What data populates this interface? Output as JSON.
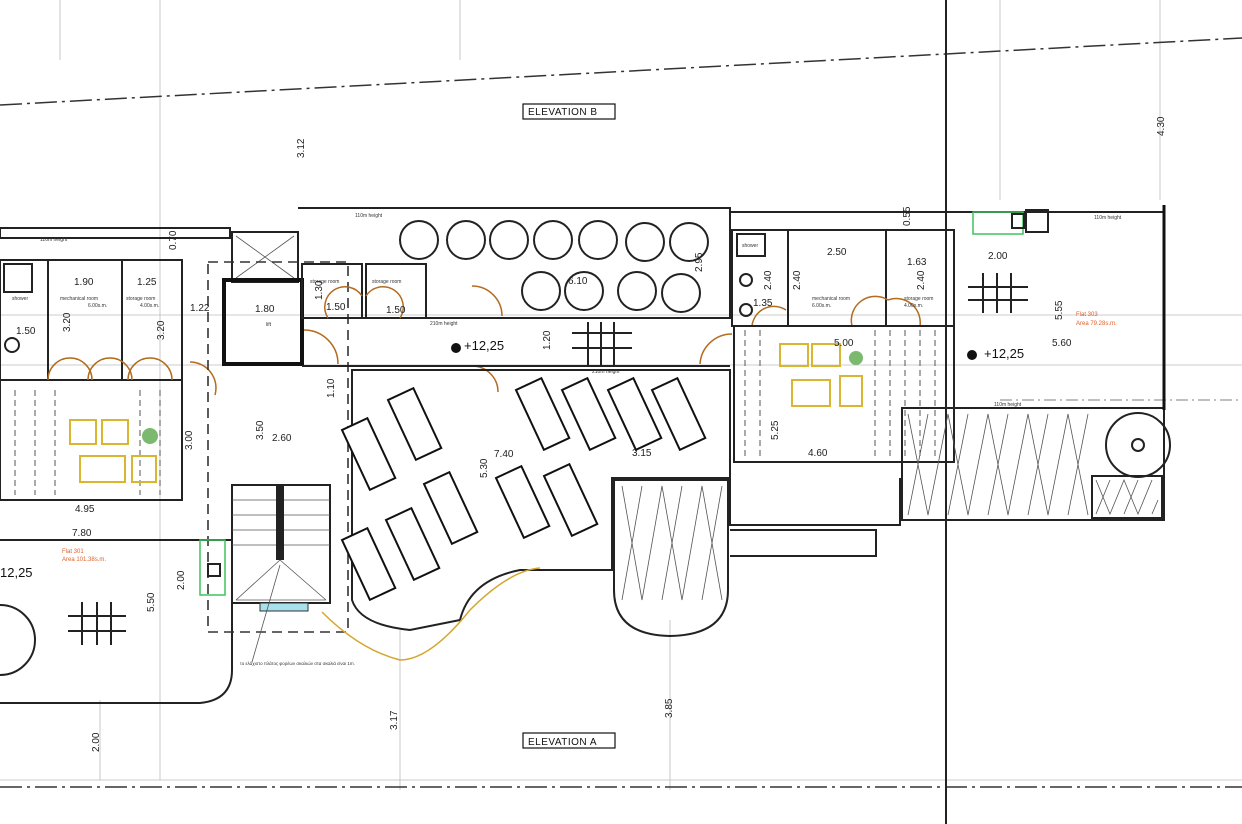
{
  "elevations": {
    "top": "ELEVATION B",
    "bottom": "ELEVATION A"
  },
  "levels": {
    "main": "+12,25",
    "east": "+12,25",
    "west": "12,25"
  },
  "flats": [
    {
      "name": "Flat 301",
      "area": "Area 101.38s.m."
    },
    {
      "name": "Flat 303",
      "area": "Area 79.28s.m."
    }
  ],
  "rooms": {
    "height_110": "110m height",
    "height_210": "210m height",
    "shower": "shower",
    "mechanical_room": "mechanical room",
    "mechanical_area": "6.00s.m.",
    "storage_room": "storage room",
    "storage_area": "4.00s.m.",
    "lift": "lift",
    "storage_room_b": "storage room"
  },
  "note": "το ελάχιστο πλάτος φορέων σκαλιών στα σκαλιά είναι 1m.",
  "dims": [
    "3.12",
    "4.30",
    "0.70",
    "1.90",
    "1.25",
    "3.20",
    "3.20",
    "1.22",
    "1.80",
    "1.30",
    "1.50",
    "1.50",
    "6.10",
    "2.95",
    "0.55",
    "2.50",
    "1.63",
    "2.40",
    "2.40",
    "2.40",
    "1.35",
    "2.00",
    "5.55",
    "5.60",
    "1.20",
    "5.00",
    "1.10",
    "3.50",
    "2.60",
    "7.40",
    "5.30",
    "3.15",
    "5.25",
    "4.60",
    "3.00",
    "4.95",
    "7.80",
    "2.00",
    "5.50",
    "3.17",
    "3.85",
    "2.00",
    "1.50"
  ],
  "colors": {
    "walls": "#222222",
    "doors": "#b36b1e",
    "flat_label": "#e0602a",
    "furniture": "#d8b630",
    "plants": "#5aa84a",
    "outline": "#d4a72c"
  }
}
